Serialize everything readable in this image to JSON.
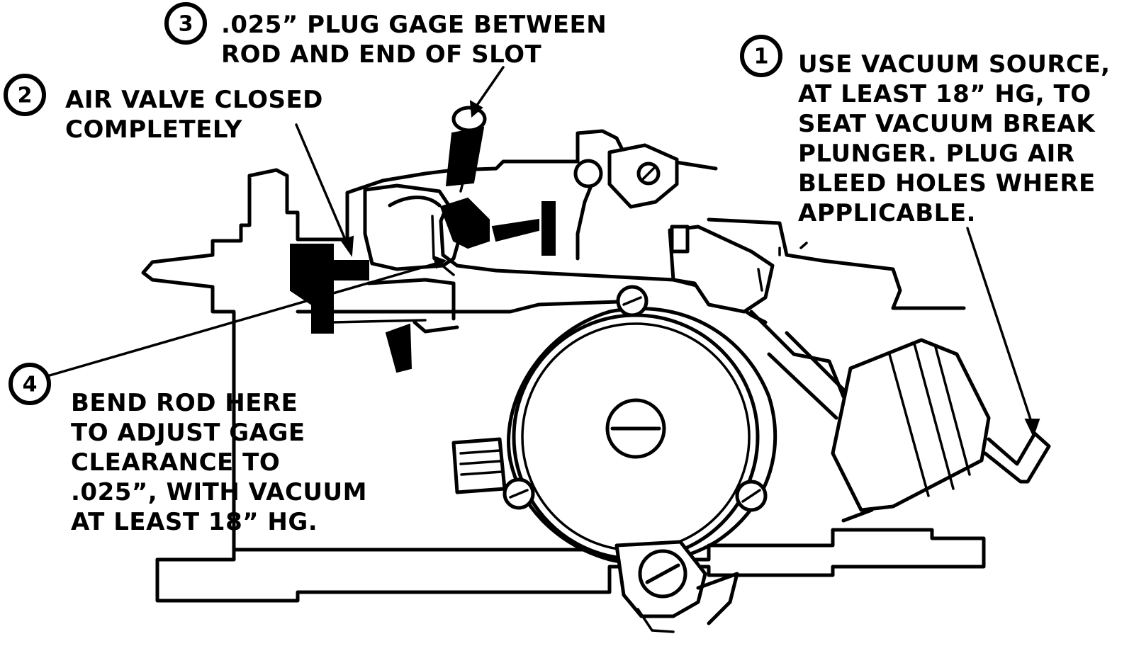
{
  "callouts": [
    {
      "number": "1",
      "lines": [
        "USE VACUUM SOURCE,",
        "AT LEAST 18” HG, TO",
        "SEAT VACUUM BREAK",
        "PLUNGER. PLUG AIR",
        "BLEED HOLES WHERE",
        "APPLICABLE."
      ]
    },
    {
      "number": "2",
      "lines": [
        "AIR VALVE CLOSED",
        "COMPLETELY"
      ]
    },
    {
      "number": "3",
      "lines": [
        ".025” PLUG GAGE BETWEEN",
        "ROD AND END OF SLOT"
      ]
    },
    {
      "number": "4",
      "lines": [
        "BEND ROD HERE",
        "TO ADJUST GAGE",
        "CLEARANCE TO",
        ".025”, WITH VACUUM",
        "AT LEAST 18” HG."
      ]
    }
  ],
  "colors": {
    "ink": "#000000",
    "paper": "#ffffff"
  }
}
